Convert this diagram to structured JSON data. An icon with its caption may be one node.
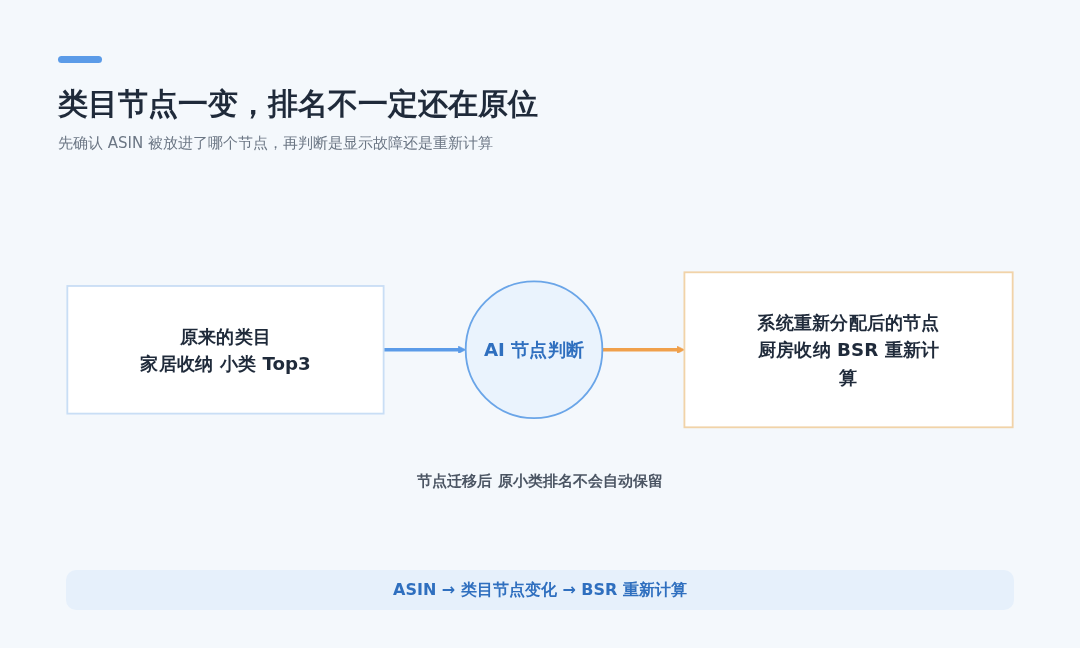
{
  "diagram": {
    "title": "类目节点一变，排名不一定还在原位",
    "nodes": [
      {
        "text": [
          "原来的类目",
          "家居收纳 小类 Top3"
        ]
      },
      {
        "text": [
          "AI 节点判断"
        ],
        "beside": [
          "节点迁移后 原小类排名不会自动保留"
        ]
      },
      {
        "text": [
          "系统重新分配后的节点",
          "厨房收纳 BSR 重新计算"
        ]
      }
    ],
    "edges": [
      {
        "from": 0,
        "to": 1,
        "arrow": "to",
        "color": "#5b9be8"
      },
      {
        "from": 1,
        "to": 2,
        "arrow": "to",
        "color": "#f0a04b"
      }
    ],
    "labels": [
      "先确认 ASIN 被放进了哪个节点，再判断是显示故障还是重新计算",
      "ASIN → 类目节点变化 → BSR 重新计算"
    ]
  }
}
